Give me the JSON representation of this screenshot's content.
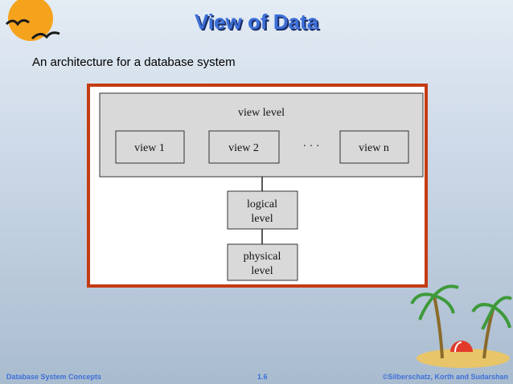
{
  "title": "View of Data",
  "subtitle": "An architecture for a database system",
  "diagram": {
    "view_level_label": "view level",
    "views": [
      "view 1",
      "view 2",
      "view n"
    ],
    "ellipsis": "· · ·",
    "logical_level": [
      "logical",
      "level"
    ],
    "physical_level": [
      "physical",
      "level"
    ]
  },
  "footer": {
    "left": "Database System Concepts",
    "center": "1.6",
    "right": "©Silberschatz, Korth and Sudarshan"
  },
  "colors": {
    "title": "#3d6fd8",
    "frame_border": "#c43b12",
    "box_fill": "#d9d9d9"
  },
  "icons": [
    "sun-birds-logo",
    "palm-island-art"
  ]
}
